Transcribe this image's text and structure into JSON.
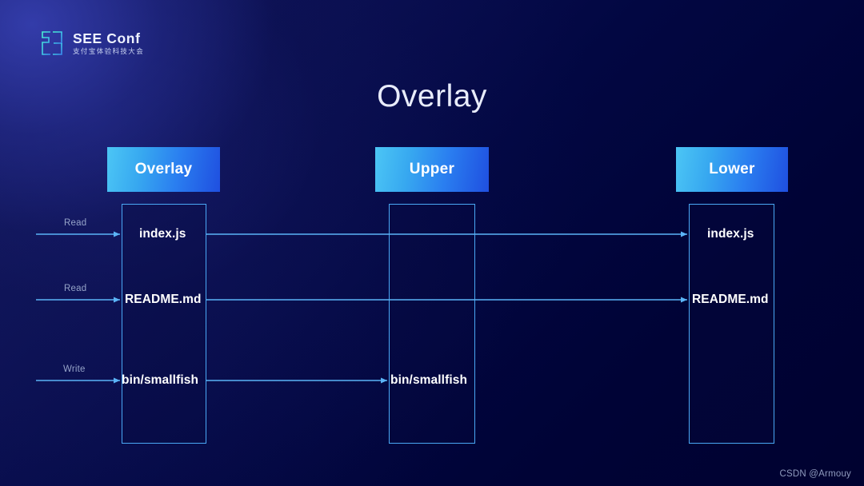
{
  "brand": {
    "logo_icon": "see-conf-bracket-icon",
    "title": "SEE Conf",
    "subtitle": "支付宝体验科技大会"
  },
  "slide": {
    "title": "Overlay"
  },
  "columns": [
    {
      "id": "overlay",
      "label": "Overlay"
    },
    {
      "id": "upper",
      "label": "Upper"
    },
    {
      "id": "lower",
      "label": "Lower"
    }
  ],
  "rows": [
    {
      "file": "index.js",
      "operation": "Read",
      "in_overlay": "index.js",
      "in_upper": "",
      "in_lower": "index.js"
    },
    {
      "file": "README.md",
      "operation": "Read",
      "in_overlay": "README.md",
      "in_upper": "",
      "in_lower": "README.md"
    },
    {
      "file": "bin/smallfish",
      "operation": "Write",
      "in_overlay": "bin/smallfish",
      "in_upper": "bin/smallfish",
      "in_lower": ""
    }
  ],
  "watermark": "CSDN @Armouy",
  "colors": {
    "background_dark": "#000336",
    "background_glow": "#1a2070",
    "accent_line": "#4aa8f5",
    "header_gradient_start": "#4cc6f5",
    "header_gradient_end": "#1f4fe0",
    "label_muted": "#95a3c8",
    "logo_accent": "#3fe0c8"
  }
}
